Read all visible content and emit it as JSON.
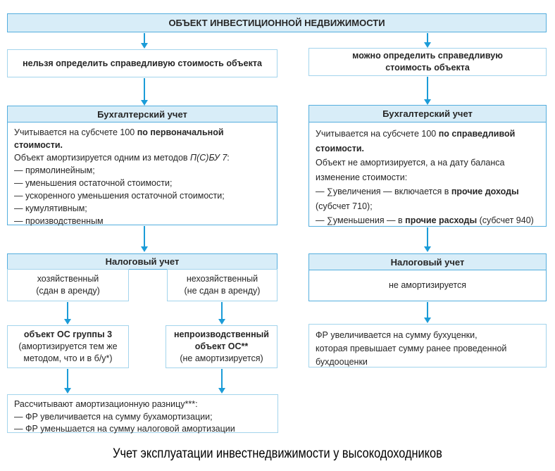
{
  "colors": {
    "box_fill": "#d8edf8",
    "border_strong": "#54aede",
    "border_light": "#a3d4ec",
    "arrow": "#1b9cd8",
    "text": "#262626"
  },
  "root": {
    "label": "ОБЪЕКТ ИНВЕСТИЦИОННОЙ НЕДВИЖИМОСТИ"
  },
  "left_branch": {
    "condition": "нельзя определить справедливую стоимость объекта",
    "accounting": {
      "header": "Бухгалтерский учет",
      "body": [
        [
          {
            "t": "Учитывается на субсчете 100 "
          },
          {
            "t": "по первоначальной",
            "b": true
          }
        ],
        [
          {
            "t": "стоимости.",
            "b": true
          }
        ],
        [
          {
            "t": "Объект амортизируется одним из методов "
          },
          {
            "t": "П(С)БУ 7",
            "i": true
          },
          {
            "t": ":"
          }
        ],
        [
          {
            "t": "— прямолинейным;"
          }
        ],
        [
          {
            "t": "— уменьшения остаточной стоимости;"
          }
        ],
        [
          {
            "t": "— ускоренного уменьшения остаточной стоимости;"
          }
        ],
        [
          {
            "t": "— кумулятивным;"
          }
        ],
        [
          {
            "t": "— производственным"
          }
        ]
      ]
    },
    "tax": {
      "header": "Налоговый учет",
      "economic": [
        [
          {
            "t": "хозяйственный"
          }
        ],
        [
          {
            "t": "(сдан в аренду)"
          }
        ]
      ],
      "non_economic": [
        [
          {
            "t": "нехозяйственный"
          }
        ],
        [
          {
            "t": "(не сдан в аренду)"
          }
        ]
      ]
    },
    "os_group3": [
      [
        {
          "t": "объект ОС группы 3",
          "b": true
        }
      ],
      [
        {
          "t": "(амортизируется тем же"
        }
      ],
      [
        {
          "t": "методом, что и в  б/у*)"
        }
      ]
    ],
    "non_productive": [
      [
        {
          "t": "непроизводственный",
          "b": true
        }
      ],
      [
        {
          "t": "объект ОС**",
          "b": true
        }
      ],
      [
        {
          "t": "(не амортизируется)"
        }
      ]
    ],
    "calc_difference": [
      [
        {
          "t": "Рассчитывают амортизационную разницу***:"
        }
      ],
      [
        {
          "t": "— ФР увеличивается на сумму бухамортизации;"
        }
      ],
      [
        {
          "t": "— ФР уменьшается на сумму налоговой амортизации"
        }
      ]
    ]
  },
  "right_branch": {
    "condition": "можно определить справедливую стоимость объекта",
    "accounting": {
      "header": "Бухгалтерский учет",
      "body": [
        [
          {
            "t": "Учитывается на субсчете 100 "
          },
          {
            "t": "по справедливой",
            "b": true
          }
        ],
        [
          {
            "t": "стоимости.",
            "b": true
          }
        ],
        [
          {
            "t": "Объект не амортизируется, а на дату баланса"
          }
        ],
        [
          {
            "t": "изменение стоимости:"
          }
        ],
        [
          {
            "t": "— ∑увеличения — включается в "
          },
          {
            "t": "прочие доходы",
            "b": true
          }
        ],
        [
          {
            "t": "(субсчет 710);"
          }
        ],
        [
          {
            "t": "— ∑уменьшения — в "
          },
          {
            "t": "прочие расходы",
            "b": true
          },
          {
            "t": " (субсчет 940)"
          }
        ]
      ]
    },
    "tax": {
      "header": "Налоговый учет",
      "body": "не амортизируется"
    },
    "fr_result": [
      [
        {
          "t": "ФР увеличивается на сумму бухуценки,"
        }
      ],
      [
        {
          "t": "которая превышает сумму ранее проведенной"
        }
      ],
      [
        {
          "t": "бухдооценки"
        }
      ]
    ]
  },
  "caption": "Учет эксплуатации инвестнедвижимости у высокодоходников"
}
